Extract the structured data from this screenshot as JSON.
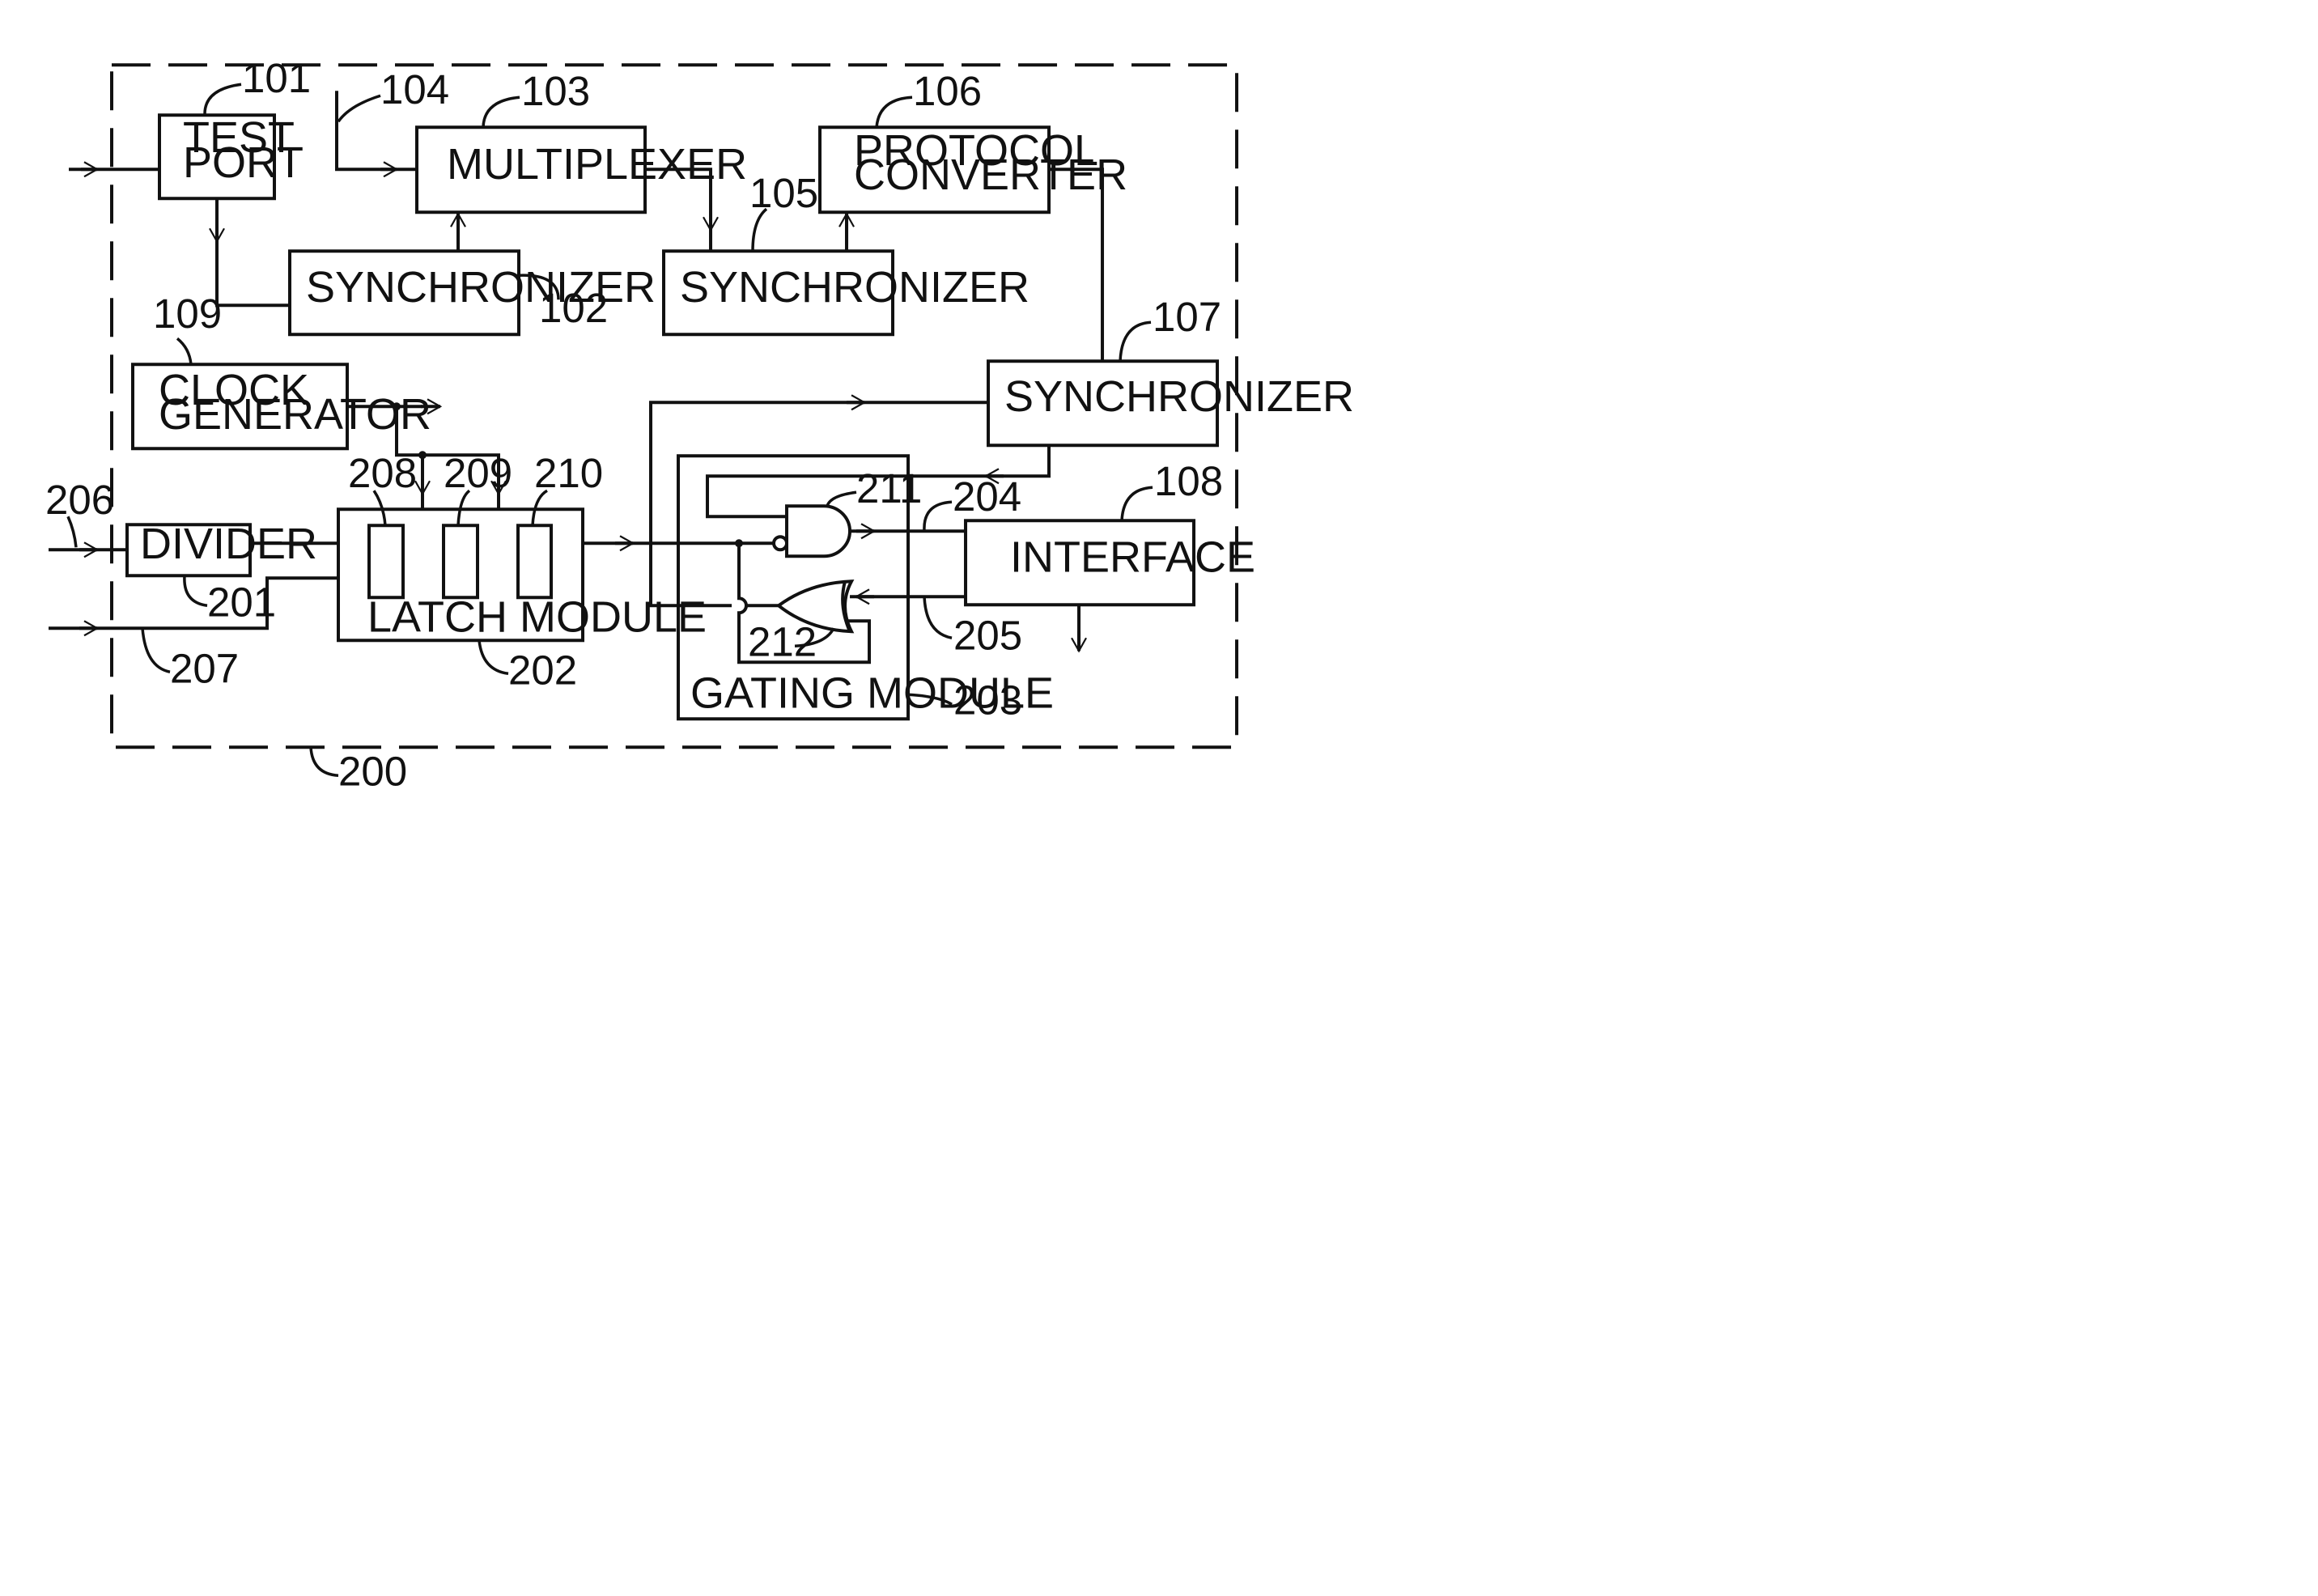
{
  "blocks": {
    "test_port": [
      "TEST",
      "PORT"
    ],
    "multiplexer": "MULTIPLEXER",
    "protocol_converter": [
      "PROTOCOL",
      "CONVERTER"
    ],
    "synchronizer_102": "SYNCHRONIZER",
    "synchronizer_105": "SYNCHRONIZER",
    "synchronizer_107": "SYNCHRONIZER",
    "clock_generator": [
      "CLOCK",
      "GENERATOR"
    ],
    "divider": "DIVIDER",
    "latch_module": "LATCH MODULE",
    "gating_module": "GATING MODULE",
    "interface": "INTERFACE"
  },
  "refs": {
    "r101": "101",
    "r102": "102",
    "r103": "103",
    "r104": "104",
    "r105": "105",
    "r106": "106",
    "r107": "107",
    "r108": "108",
    "r109": "109",
    "r200": "200",
    "r201": "201",
    "r202": "202",
    "r203": "203",
    "r204": "204",
    "r205": "205",
    "r206": "206",
    "r207": "207",
    "r208": "208",
    "r209": "209",
    "r210": "210",
    "r211": "211",
    "r212": "212"
  }
}
